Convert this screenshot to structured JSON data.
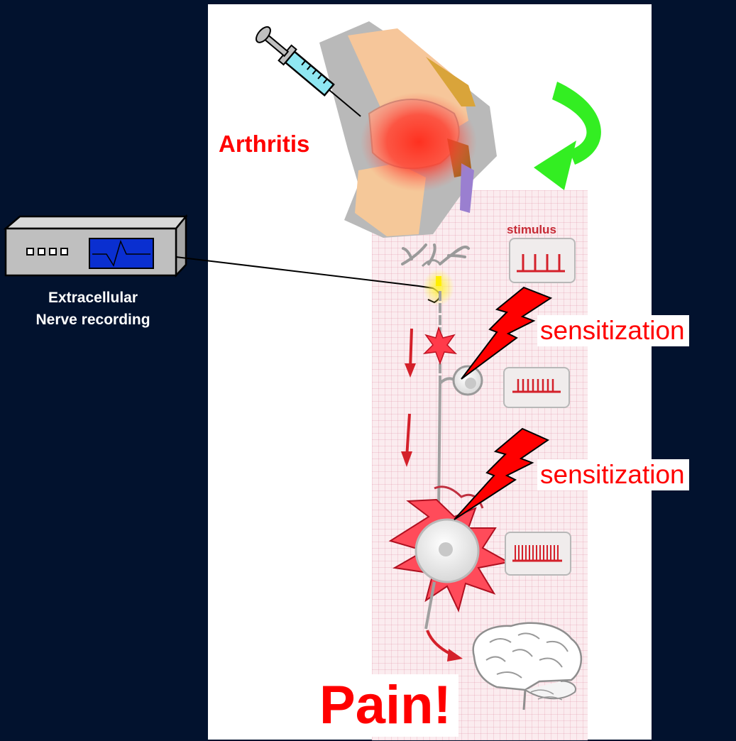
{
  "labels": {
    "arthritis": "Arthritis",
    "stimulus": "stimulus",
    "sensitization_1": "sensitization",
    "sensitization_2": "sensitization",
    "pain": "Pain!",
    "recording_line1": "Extracellular",
    "recording_line2": "Nerve recording"
  },
  "icons": [
    "syringe-icon",
    "knee-joint-icon",
    "green-curved-arrow-icon",
    "recording-device-icon",
    "neuron-icon",
    "lightning-bolt-icon",
    "spike-train-icon",
    "brain-icon"
  ],
  "colors": {
    "background": "#02122e",
    "accent_red": "#ff0000",
    "arrow_green": "#33ee22",
    "screen_blue": "#0a2fd0"
  }
}
